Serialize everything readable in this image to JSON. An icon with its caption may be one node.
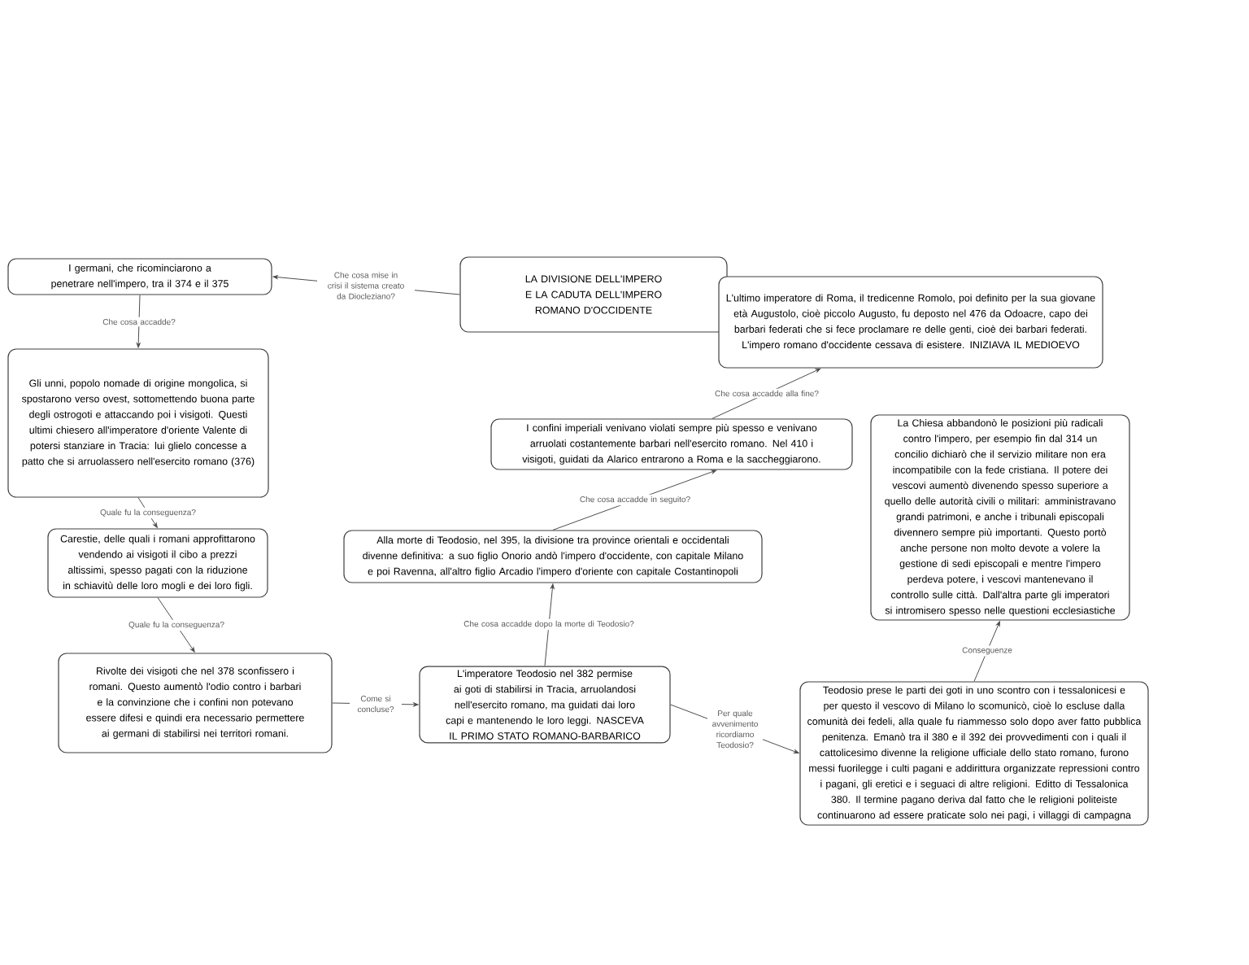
{
  "diagram": {
    "nodes": [
      {
        "text": [
          "LA DIVISIONE DELL'IMPERO E LA CADUTA DELL'IMPERO ROMANO D'OCCIDENTE"
        ]
      },
      {
        "text": [
          "I germani, che ricominciarono a penetrare nell'impero, tra il 374 e il 375"
        ]
      },
      {
        "text": [
          "Gli unni, popolo nomade di origine mongolica, si spostarono verso ovest, sottomettendo buona parte degli ostrogoti e attaccando poi i visigoti. Questi ultimi chiesero all'imperatore d'oriente Valente di potersi stanziare in Tracia: lui glielo concesse a patto che si arruolassero nell'esercito romano (376)"
        ]
      },
      {
        "text": [
          "Carestie, delle quali i romani approfittarono vendendo ai visigoti il cibo a prezzi altissimi, spesso pagati con la riduzione in schiavitù delle loro mogli e dei loro figli."
        ]
      },
      {
        "text": [
          "Rivolte dei visigoti che nel 378 sconfissero i romani. Questo aumentò l'odio contro i barbari e la convinzione che i confini non potevano essere difesi e quindi era necessario permettere ai germani di stabilirsi nei territori romani."
        ]
      },
      {
        "text": [
          "L'imperatore Teodosio nel 382 permise ai goti di stabilirsi in Tracia, arruolandosi nell'esercito romano, ma guidati dai loro capi e mantenendo le loro leggi. NASCEVA IL PRIMO STATO ROMANO-BARBARICO"
        ]
      },
      {
        "text": [
          "Alla morte di Teodosio, nel 395, la divisione tra province orientali e occidentali divenne definitiva: a suo figlio Onorio andò l'impero d'occidente, con capitale Milano e poi Ravenna, all'altro figlio Arcadio l'impero d'oriente con capitale Costantinopoli"
        ]
      },
      {
        "text": [
          "I confini imperiali venivano violati sempre più spesso e venivano arruolati costantemente barbari nell'esercito romano. Nel 410 i visigoti, guidati da Alarico entrarono a Roma e la saccheggiarono."
        ]
      },
      {
        "text": [
          "L'ultimo imperatore di Roma, il tredicenne Romolo, poi definito per la sua giovane età Augustolo, cioè piccolo Augusto, fu deposto nel 476 da Odoacre, capo dei barbari federati che si fece proclamare re delle genti, cioè dei barbari federati. L'impero romano d'occidente cessava di esistere. INIZIAVA IL MEDIOEVO"
        ]
      },
      {
        "text": [
          "Teodosio prese le parti dei goti in uno scontro con i tessalonicesi e per questo il vescovo di Milano lo scomunicò, cioè lo escluse dalla comunità dei fedeli, alla quale fu riammesso solo dopo aver fatto pubblica penitenza. Emanò tra il 380 e il 392 dei provvedimenti con i quali il cattolicesimo divenne la religione ufficiale dello stato romano, furono messi fuorilegge i culti pagani e addirittura organizzate repressioni contro i pagani, gli eretici e i seguaci di altre religioni. Editto di Tessalonica 380. Il termine pagano deriva dal fatto che le religioni politeiste continuarono ad essere praticate solo nei pagi, i villaggi di campagna"
        ]
      },
      {
        "text": [
          "La Chiesa abbandonò le posizioni più radicali contro l'impero, per esempio fin dal 314 un concilio dichiarò che il servizio militare non era incompatibile con la fede cristiana. Il potere dei vescovi aumentò divenendo spesso superiore a quello delle autorità civili o militari: amministravano grandi patrimoni, e anche i tribunali episcopali divennero sempre più importanti. Questo portò anche persone non molto devote a volere la gestione di sedi episcopali e mentre l'impero perdeva potere, i vescovi mantenevano il controllo sulle città. Dall'altra parte gli imperatori si intromisero spesso nelle questioni ecclesiastiche"
        ]
      }
    ],
    "edges": [
      {
        "from": 0,
        "to": 1,
        "arrow": "to",
        "label": "Che cosa mise in crisi il sistema creato da Diocleziano?"
      },
      {
        "from": 1,
        "to": 2,
        "arrow": "to",
        "label": "Che cosa accadde?"
      },
      {
        "from": 2,
        "to": 3,
        "arrow": "to",
        "label": "Quale fu la conseguenza?"
      },
      {
        "from": 3,
        "to": 4,
        "arrow": "to",
        "label": "Quale fu la conseguenza?"
      },
      {
        "from": 4,
        "to": 5,
        "arrow": "to",
        "label": "Come si concluse?"
      },
      {
        "from": 5,
        "to": 6,
        "arrow": "to",
        "label": "Che cosa accadde dopo la morte di Teodosio?"
      },
      {
        "from": 6,
        "to": 7,
        "arrow": "to",
        "label": "Che cosa accadde in seguito?"
      },
      {
        "from": 7,
        "to": 8,
        "arrow": "to",
        "label": "Che cosa accadde alla fine?"
      },
      {
        "from": 5,
        "to": 9,
        "arrow": "to",
        "label": "Per quale avvenimento ricordiamo Teodosio?"
      },
      {
        "from": 9,
        "to": 10,
        "arrow": "to",
        "label": "Conseguenze"
      }
    ]
  }
}
